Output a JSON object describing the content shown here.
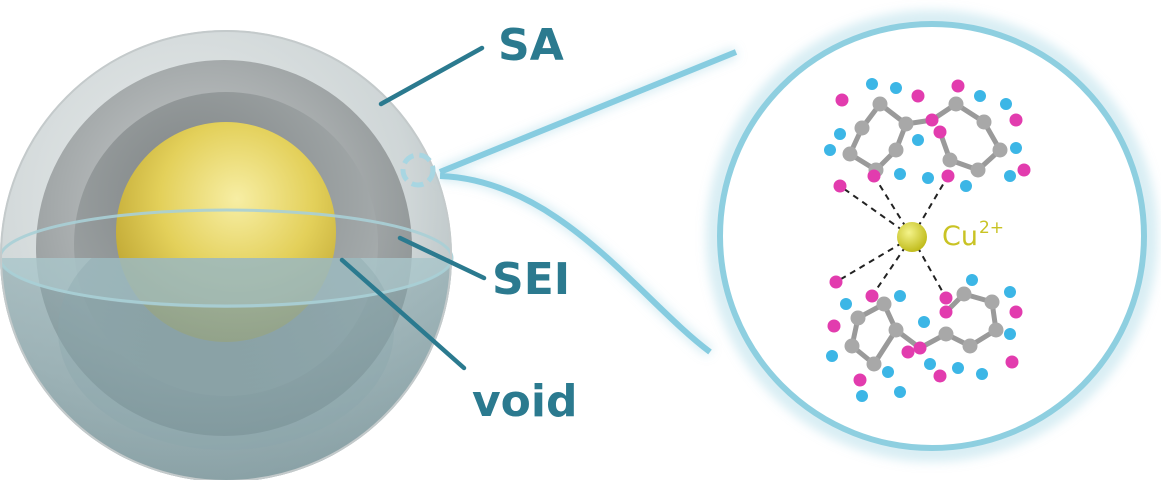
{
  "labels": {
    "shell": "SA",
    "interphase": "SEI",
    "gap": "void"
  },
  "ion": {
    "symbol": "Cu",
    "charge": "2+"
  },
  "colors": {
    "label": "#2b7a8f",
    "core": "#e6d45a",
    "zoom_ring": "#8ecfe0",
    "atom_carbon": "#a8a8a8",
    "atom_magenta": "#e23cae",
    "atom_cyan": "#3cb6e6",
    "ion": "#d6d21e"
  }
}
